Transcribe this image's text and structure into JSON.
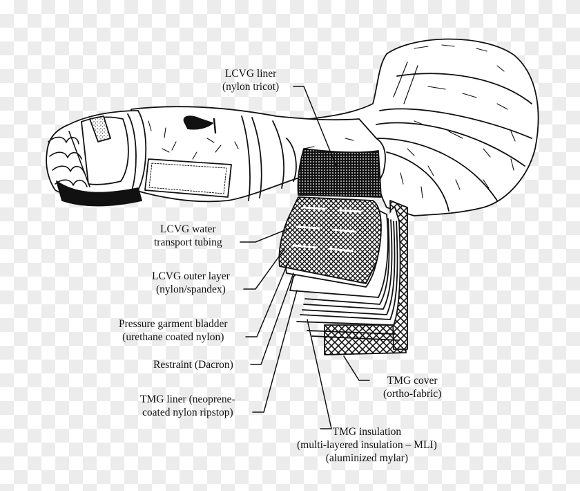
{
  "diagram": {
    "subject": "Spacesuit arm cross-section showing layers",
    "colors": {
      "line": "#111111",
      "fill": "#ffffff",
      "checker_light": "#ffffff",
      "checker_dark": "#ececec"
    },
    "labels": [
      {
        "id": "lcvg-liner",
        "line1": "LCVG liner",
        "line2": "(nylon tricot)"
      },
      {
        "id": "lcvg-tubing",
        "line1": "LCVG water",
        "line2": "transport tubing"
      },
      {
        "id": "lcvg-outer",
        "line1": "LCVG outer layer",
        "line2": "(nylon/spandex)"
      },
      {
        "id": "bladder",
        "line1": "Pressure garment bladder",
        "line2": "(urethane coated nylon)"
      },
      {
        "id": "restraint",
        "line1": "Restraint (Dacron)"
      },
      {
        "id": "tmg-liner",
        "line1": "TMG liner (neoprene-",
        "line2": "coated nylon ripstop)"
      },
      {
        "id": "tmg-cover",
        "line1": "TMG cover",
        "line2": "(ortho-fabric)"
      },
      {
        "id": "tmg-insulation",
        "line1": "TMG insulation",
        "line2": "(multi-layered insulation – MLI)",
        "line3": "(aluminized mylar)"
      }
    ]
  }
}
